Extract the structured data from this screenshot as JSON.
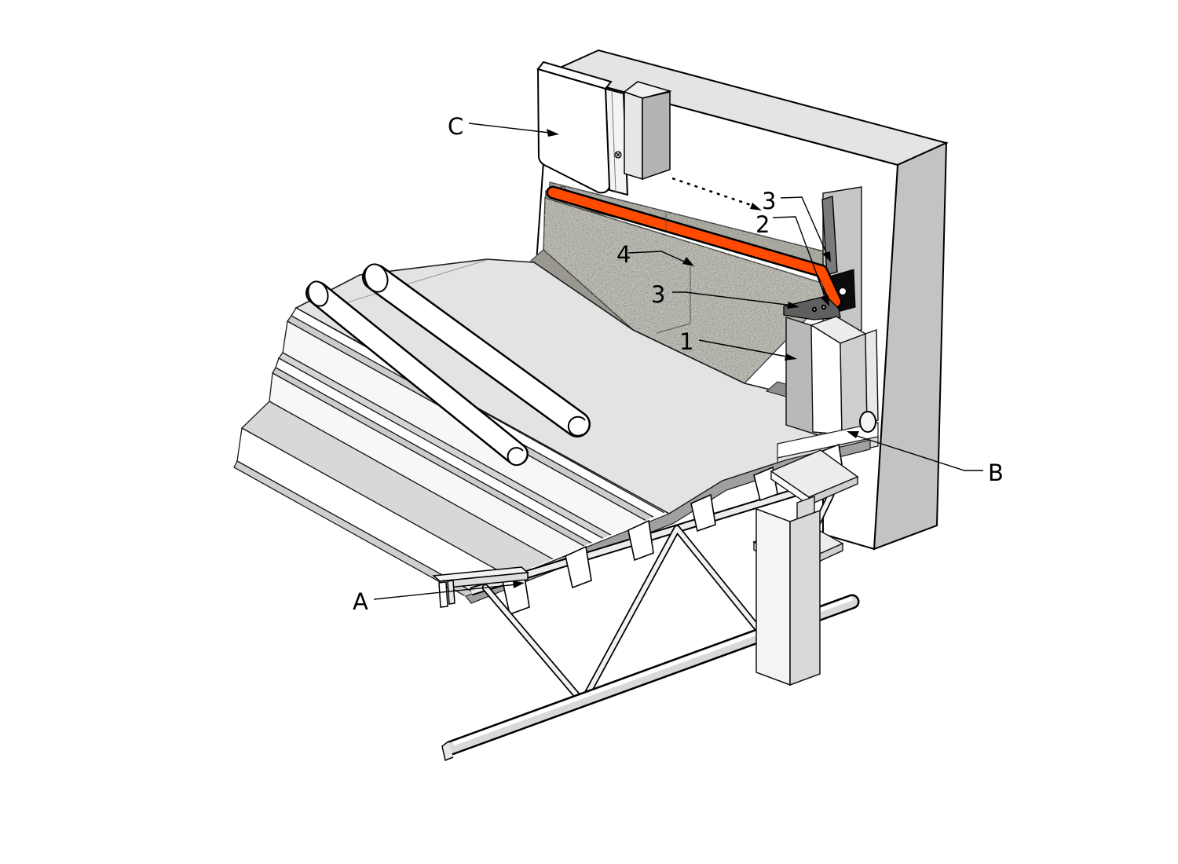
{
  "figure": {
    "kind": "construction-detail-axonometric",
    "description": "Roof edge at parapet wall junction detail drawing"
  },
  "callouts": {
    "A": {
      "label": "A"
    },
    "B": {
      "label": "B"
    },
    "C": {
      "label": "C"
    },
    "n1": {
      "label": "1"
    },
    "n2": {
      "label": "2"
    },
    "n3_upper": {
      "label": "3"
    },
    "n3_lower": {
      "label": "3"
    },
    "n4": {
      "label": "4"
    }
  },
  "colors": {
    "membrane_accent": "#ff4a00",
    "concrete_speckle": "#bdbdb5",
    "outline": "#000000"
  }
}
